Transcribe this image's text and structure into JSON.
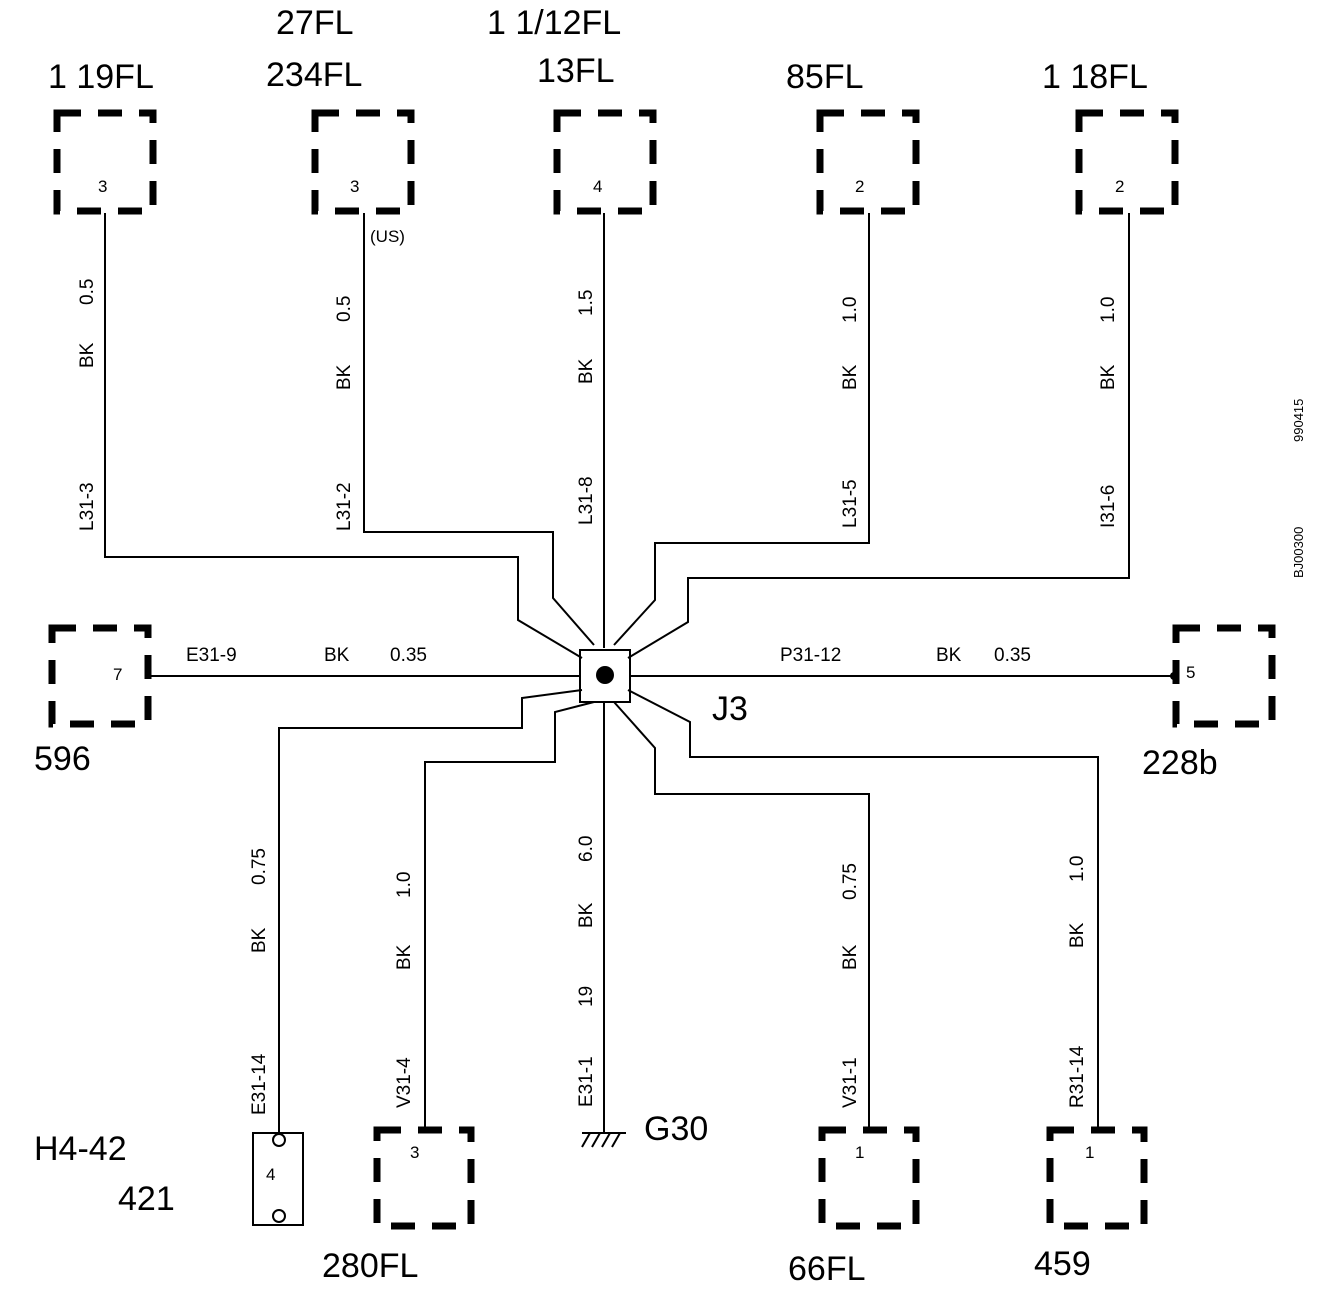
{
  "top_connectors": [
    {
      "label": [
        "1 19FL"
      ],
      "pin": "3",
      "wire": {
        "circuit": "L31-3",
        "color": "BK",
        "size": "0.5"
      }
    },
    {
      "label": [
        "27FL",
        "234FL"
      ],
      "pin": "3",
      "note": "(US)",
      "wire": {
        "circuit": "L31-2",
        "color": "BK",
        "size": "0.5"
      }
    },
    {
      "label": [
        "1 1/12FL",
        "13FL"
      ],
      "pin": "4",
      "wire": {
        "circuit": "L31-8",
        "color": "BK",
        "size": "1.5"
      }
    },
    {
      "label": [
        "85FL"
      ],
      "pin": "2",
      "wire": {
        "circuit": "L31-5",
        "color": "BK",
        "size": "1.0"
      }
    },
    {
      "label": [
        "1 18FL"
      ],
      "pin": "2",
      "wire": {
        "circuit": "I31-6",
        "color": "BK",
        "size": "1.0"
      }
    }
  ],
  "side_connectors": [
    {
      "label": "596",
      "pin": "7",
      "wire": {
        "circuit": "E31-9",
        "color": "BK",
        "size": "0.35"
      }
    },
    {
      "label": "228b",
      "pin": "5",
      "wire": {
        "circuit": "P31-12",
        "color": "BK",
        "size": "0.35"
      }
    }
  ],
  "bottom_connectors": [
    {
      "label": [
        "H4-42",
        "421"
      ],
      "pin": "4",
      "wire": {
        "circuit": "E31-14",
        "color": "BK",
        "size": "0.75"
      }
    },
    {
      "label": [
        "280FL"
      ],
      "pin": "3",
      "wire": {
        "circuit": "V31-4",
        "color": "BK",
        "size": "1.0"
      }
    },
    {
      "label": [
        "66FL"
      ],
      "pin": "1",
      "wire": {
        "circuit": "V31-1",
        "color": "BK",
        "size": "0.75"
      }
    },
    {
      "label": [
        "459"
      ],
      "pin": "1",
      "wire": {
        "circuit": "R31-14",
        "color": "BK",
        "size": "1.0"
      }
    }
  ],
  "ground": {
    "label": "G30",
    "wire": {
      "circuit": "E31-1",
      "number": "19",
      "color": "BK",
      "size": "6.0"
    }
  },
  "splice": {
    "label": "J3"
  },
  "reference_codes": [
    "990415",
    "BJ00300"
  ]
}
